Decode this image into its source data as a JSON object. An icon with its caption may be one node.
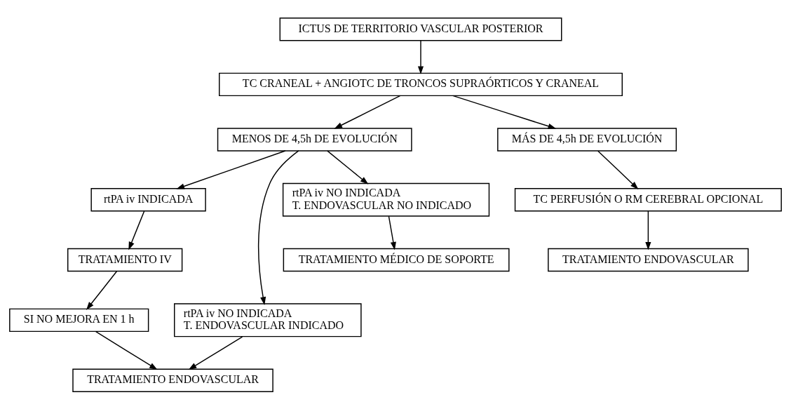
{
  "diagram": {
    "nodes": [
      {
        "text": [
          "ICTUS DE TERRITORIO VASCULAR POSTERIOR"
        ]
      },
      {
        "text": [
          "TC CRANEAL + ANGIOTC DE TRONCOS SUPRAÓRTICOS Y CRANEAL"
        ]
      },
      {
        "text": [
          "MENOS DE 4,5h DE EVOLUCIÓN"
        ]
      },
      {
        "text": [
          "MÁS DE 4,5h DE EVOLUCIÓN"
        ]
      },
      {
        "text": [
          "rtPA iv INDICADA"
        ]
      },
      {
        "text": [
          "rtPA iv NO INDICADA T. ENDOVASCULAR INDICADO"
        ]
      },
      {
        "text": [
          "rtPA iv NO INDICADA T. ENDOVASCULAR NO INDICADO"
        ]
      },
      {
        "text": [
          "TC PERFUSIÓN O RM CEREBRAL OPCIONAL"
        ]
      },
      {
        "text": [
          "TRATAMIENTO IV"
        ]
      },
      {
        "text": [
          "TRATAMIENTO MÉDICO DE SOPORTE"
        ]
      },
      {
        "text": [
          "SI NO MEJORA EN 1 h"
        ]
      },
      {
        "text": [
          "TRATAMIENTO ENDOVASCULAR"
        ]
      },
      {
        "text": [
          "TRATAMIENTO ENDOVASCULAR"
        ]
      }
    ],
    "edges": [
      {
        "from": 0,
        "to": 1,
        "arrow": "to"
      },
      {
        "from": 1,
        "to": 2,
        "arrow": "to"
      },
      {
        "from": 1,
        "to": 3,
        "arrow": "to"
      },
      {
        "from": 2,
        "to": 4,
        "arrow": "to"
      },
      {
        "from": 2,
        "to": 5,
        "arrow": "to"
      },
      {
        "from": 2,
        "to": 6,
        "arrow": "to"
      },
      {
        "from": 3,
        "to": 7,
        "arrow": "to"
      },
      {
        "from": 4,
        "to": 8,
        "arrow": "to"
      },
      {
        "from": 6,
        "to": 9,
        "arrow": "to"
      },
      {
        "from": 8,
        "to": 10,
        "arrow": "to"
      },
      {
        "from": 10,
        "to": 11,
        "arrow": "to"
      },
      {
        "from": 5,
        "to": 11,
        "arrow": "to"
      },
      {
        "from": 7,
        "to": 12,
        "arrow": "to"
      }
    ]
  }
}
